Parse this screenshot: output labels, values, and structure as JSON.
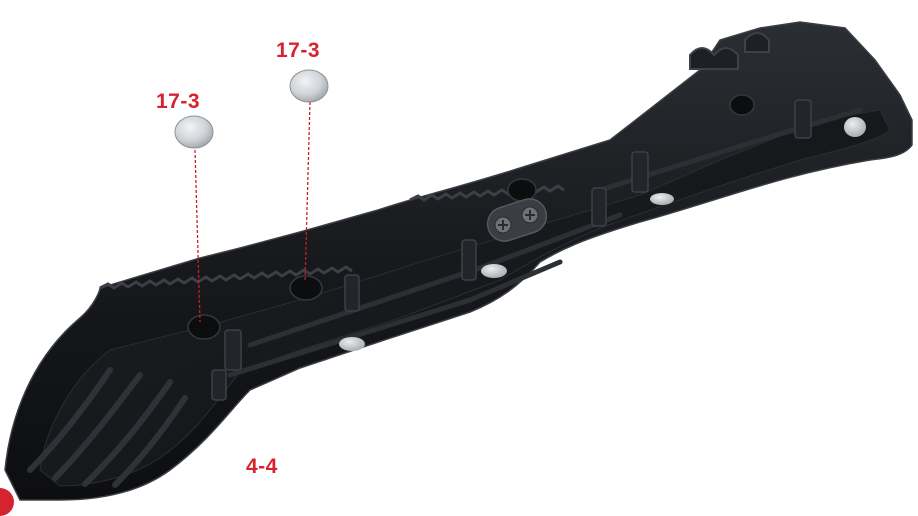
{
  "callouts": {
    "magnet_left": "17-3",
    "magnet_right": "17-3",
    "housing": "4-4"
  },
  "colors": {
    "callout_text": "#d7232f",
    "leader_line": "#c4202b",
    "housing_dark": "#15171a",
    "housing_mid": "#24272b",
    "housing_edge": "#3a3e44",
    "magnet_silver": "#c9cdd1",
    "badge": "#d7232f"
  },
  "icons": {
    "magnet": "round-magnet-disc",
    "screw": "phillips-screw-head"
  }
}
